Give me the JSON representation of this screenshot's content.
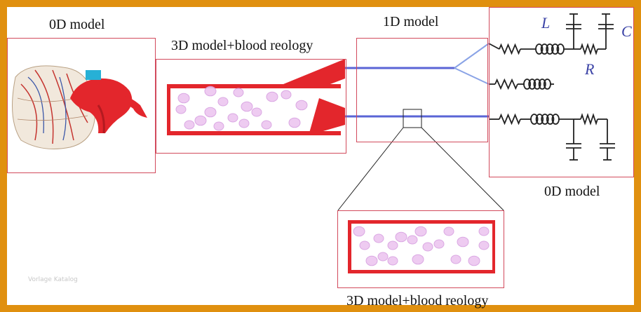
{
  "labels": {
    "top_0d": "0D model",
    "top_3d": "3D model+blood reology",
    "top_1d": "1D model",
    "right_0d": "0D model",
    "bottom_3d": "3D model+blood reology"
  },
  "circuit_symbols": {
    "inductor": "L",
    "capacitor": "C",
    "resistor": "R"
  },
  "watermark": "Vorlage Katalog",
  "colors": {
    "frame": "#e0900f",
    "box_border": "#d24a5c",
    "vessel_red": "#e3262c",
    "vessel_1d": "#5a64d6",
    "rbc": "#e9b8ec",
    "circuit_letters": "#3b43a6"
  }
}
